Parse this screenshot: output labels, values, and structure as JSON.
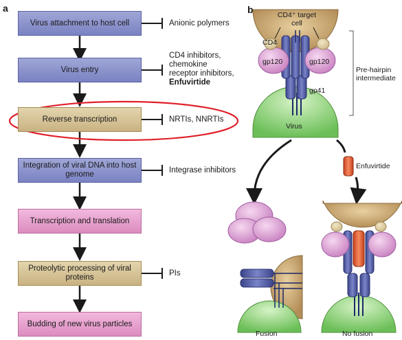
{
  "panel_a": {
    "label": "a",
    "steps": [
      {
        "text": "Virus attachment to host cell",
        "color": "blue"
      },
      {
        "text": "Virus entry",
        "color": "blue"
      },
      {
        "text": "Reverse transcription",
        "color": "tan"
      },
      {
        "text": "Integration of viral DNA into host genome",
        "color": "blue"
      },
      {
        "text": "Transcription and translation",
        "color": "pink"
      },
      {
        "text": "Proteolytic processing of viral proteins",
        "color": "tan"
      },
      {
        "text": "Budding of new virus particles",
        "color": "pink"
      }
    ],
    "inhibitors": {
      "attachment": "Anionic polymers",
      "entry_1": "CD4 inhibitors,",
      "entry_2": "chemokine",
      "entry_3": "receptor inhibitors,",
      "entry_bold": "Enfuvirtide",
      "rt": "NRTIs, NNRTIs",
      "integration": "Integrase inhibitors",
      "processing": "PIs"
    }
  },
  "panel_b": {
    "label": "b",
    "target_cell_1": "CD4⁺ target",
    "target_cell_2": "cell",
    "cd4": "CD4",
    "gp120_left": "gp120",
    "gp120_right": "gp120",
    "gp41": "gp41",
    "virus": "Virus",
    "pre_hairpin_1": "Pre-hairpin",
    "pre_hairpin_2": "intermediate",
    "enfuvirtide": "Enfuvirtide",
    "fusion": "Fusion",
    "no_fusion": "No fusion"
  },
  "colors": {
    "step_blue": "#8a90cc",
    "step_tan": "#d6c394",
    "step_pink": "#e8a4d0",
    "highlight_ellipse": "#e0202a",
    "cell_tan": "#c8a878",
    "virus_green": "#8ed17a",
    "gp120_pink": "#e2a6d8",
    "gp41_blue": "#4e5aa0",
    "enfuvirtide_orange": "#e8603a"
  }
}
